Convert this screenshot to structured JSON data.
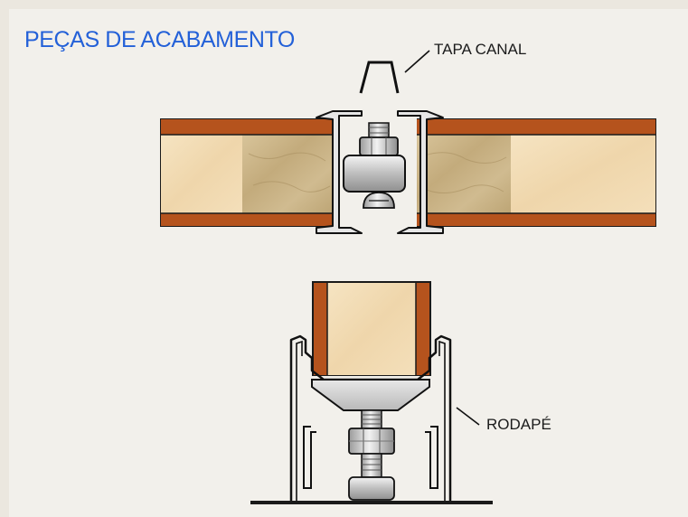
{
  "title": "PEÇAS DE ACABAMENTO",
  "labels": {
    "tapa_canal": "TAPA CANAL",
    "rodape": "RODAPÉ"
  },
  "colors": {
    "title": "#2461d8",
    "laminate_edge": "#b5531d",
    "light_wood": "#f1dbb4",
    "dark_wood": "#c9b286",
    "aluminum": "#e6e6e6",
    "outline": "#1a1a1a",
    "background": "#f2f0eb"
  }
}
